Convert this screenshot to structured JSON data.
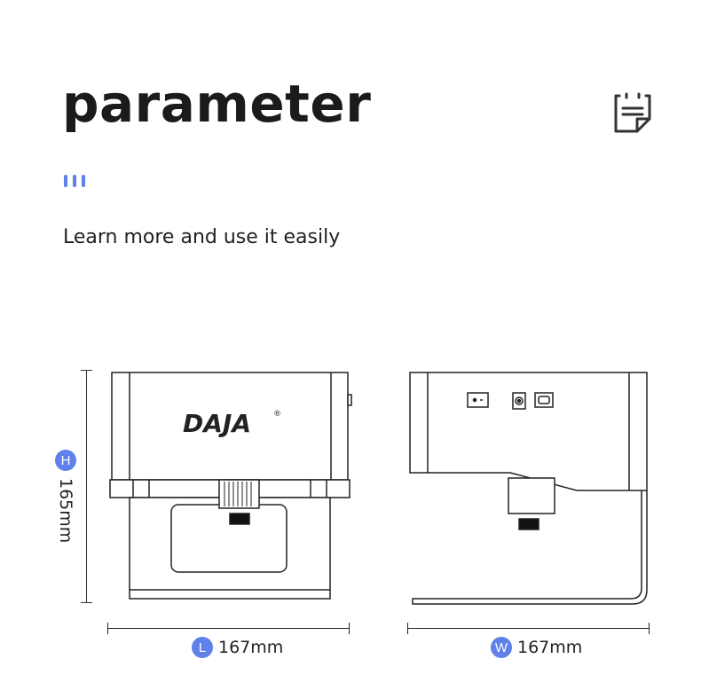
{
  "header": {
    "title": "parameter",
    "subtitle": "Learn more and use it easily",
    "icon": "note-icon",
    "accent_color": "#6080ea"
  },
  "product": {
    "brand": "DAJA",
    "registered_mark": "®",
    "views": [
      "front-view",
      "side-view"
    ]
  },
  "dimensions": {
    "height": {
      "badge": "H",
      "value": "165mm"
    },
    "length": {
      "badge": "L",
      "value": "167mm"
    },
    "width": {
      "badge": "W",
      "value": "167mm"
    }
  }
}
